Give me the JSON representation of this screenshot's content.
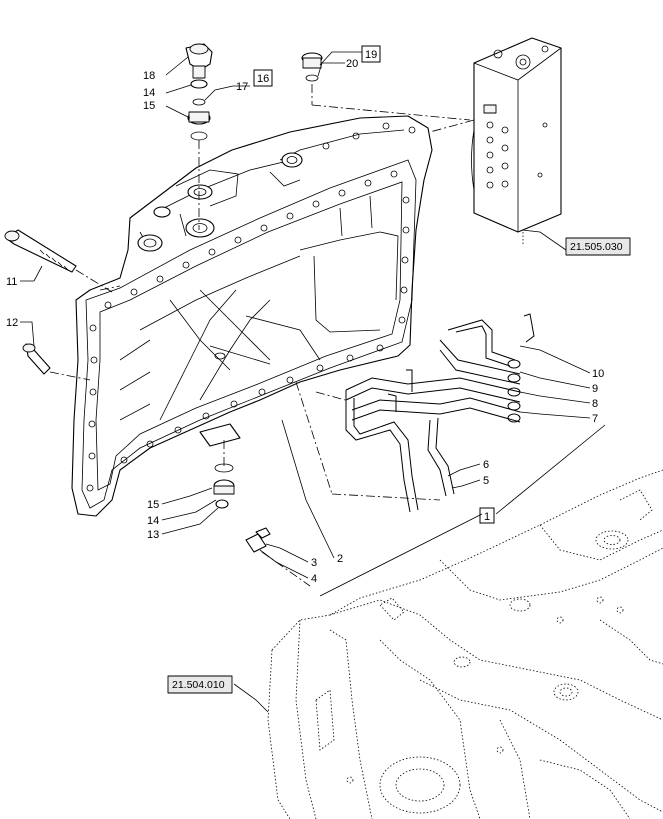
{
  "callouts": {
    "c1": "1",
    "c2": "2",
    "c3": "3",
    "c4": "4",
    "c5": "5",
    "c6": "6",
    "c7": "7",
    "c8": "8",
    "c9": "9",
    "c10": "10",
    "c11": "11",
    "c12": "12",
    "c13": "13",
    "c14_top": "14",
    "c14_bottom": "14",
    "c15_top": "15",
    "c15_bottom": "15",
    "c16": "16",
    "c17": "17",
    "c18": "18",
    "c19": "19",
    "c20": "20"
  },
  "references": {
    "valve_block": "21.505.030",
    "transmission_housing": "21.504.010"
  }
}
